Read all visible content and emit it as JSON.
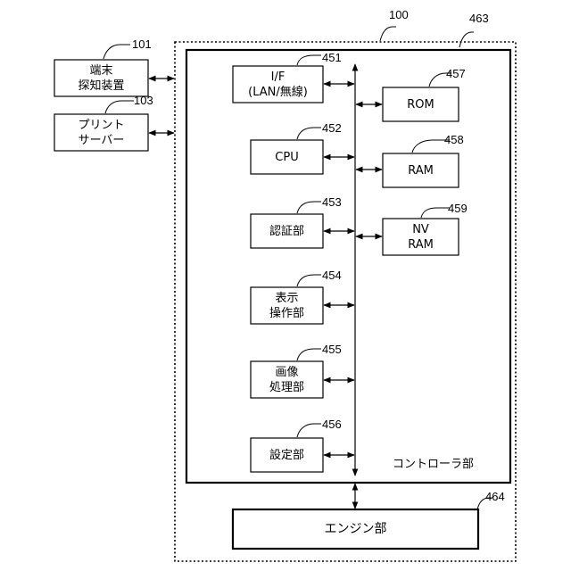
{
  "external": {
    "terminal_detector": {
      "line1": "端末",
      "line2": "探知装置",
      "ref": "101"
    },
    "print_server": {
      "line1": "プリント",
      "line2": "サーバー",
      "ref": "103"
    }
  },
  "apparatus": {
    "ref": "100"
  },
  "controller": {
    "label": "コントローラ部",
    "ref": "463"
  },
  "modules": {
    "if": {
      "line1": "I/F",
      "line2": "(LAN/無線)",
      "ref": "451"
    },
    "cpu": {
      "line1": "CPU",
      "ref": "452"
    },
    "auth": {
      "line1": "認証部",
      "ref": "453"
    },
    "display": {
      "line1": "表示",
      "line2": "操作部",
      "ref": "454"
    },
    "image": {
      "line1": "画像",
      "line2": "処理部",
      "ref": "455"
    },
    "settings": {
      "line1": "設定部",
      "ref": "456"
    },
    "rom": {
      "line1": "ROM",
      "ref": "457"
    },
    "ram": {
      "line1": "RAM",
      "ref": "458"
    },
    "nvram": {
      "line1": "NV",
      "line2": "RAM",
      "ref": "459"
    }
  },
  "engine": {
    "label": "エンジン部",
    "ref": "464"
  }
}
